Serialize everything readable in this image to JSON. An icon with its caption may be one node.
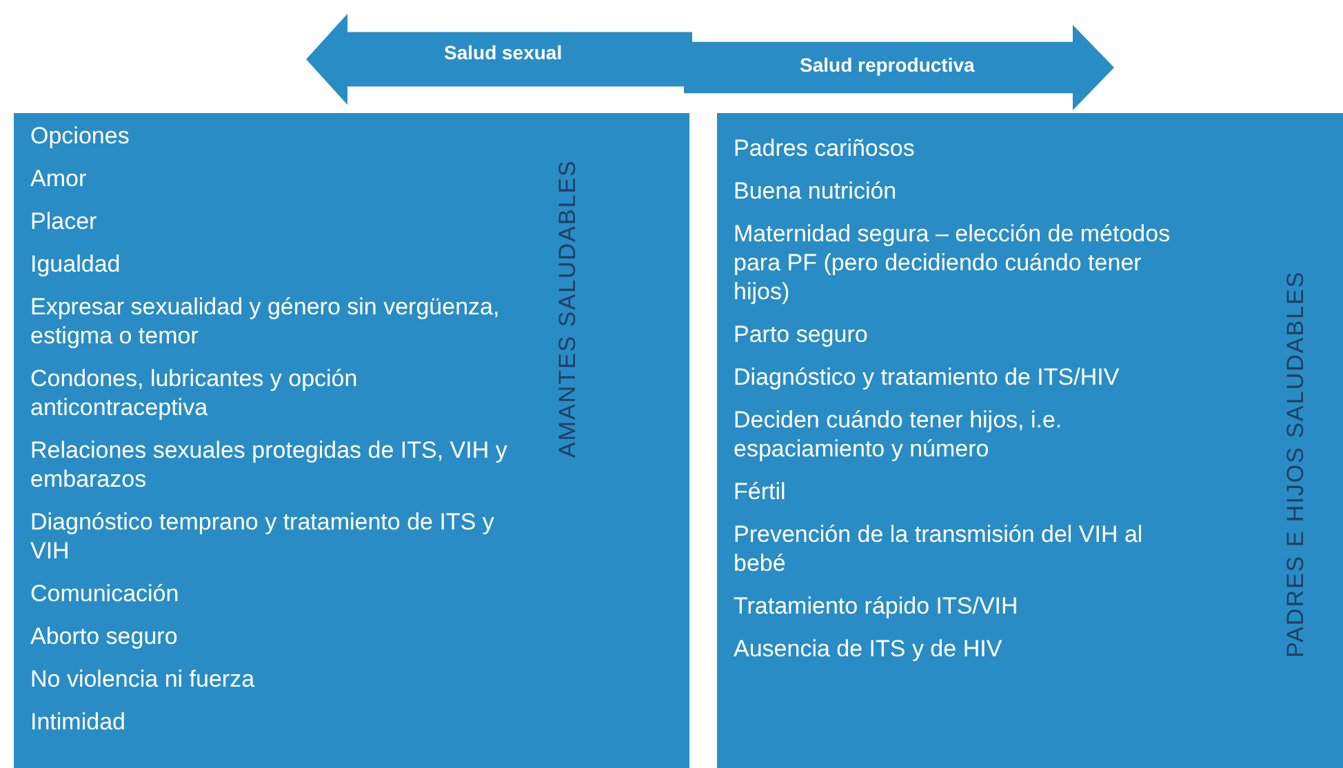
{
  "diagram": {
    "nodes": [
      {
        "text": [
          "Salud sexual"
        ]
      },
      {
        "text": [
          "Salud reproductiva"
        ]
      },
      {
        "text": [
          "AMANTES SALUDABLES",
          "Opciones",
          "Amor",
          "Placer",
          "Igualdad",
          "Expresar sexualidad y género sin vergüenza, estigma o temor",
          "Condones, lubricantes y opción anticontraceptiva",
          "Relaciones sexuales protegidas de ITS, VIH y embarazos",
          "Diagnóstico temprano y tratamiento de ITS y VIH",
          "Comunicación",
          "Aborto seguro",
          "No violencia ni fuerza",
          "Intimidad"
        ]
      },
      {
        "text": [
          "PADRES E HIJOS SALUDABLES",
          "Padres cariñosos",
          "Buena nutrición",
          "Maternidad segura – elección de métodos para PF (pero decidiendo cuándo tener hijos)",
          "Parto seguro",
          "Diagnóstico y tratamiento de ITS/HIV",
          "Deciden cuándo tener hijos, i.e. espaciamiento y número",
          "Fértil",
          "Prevención de la transmisión del VIH al bebé",
          "Tratamiento rápido ITS/VIH",
          "Ausencia de ITS y de HIV"
        ]
      }
    ]
  }
}
